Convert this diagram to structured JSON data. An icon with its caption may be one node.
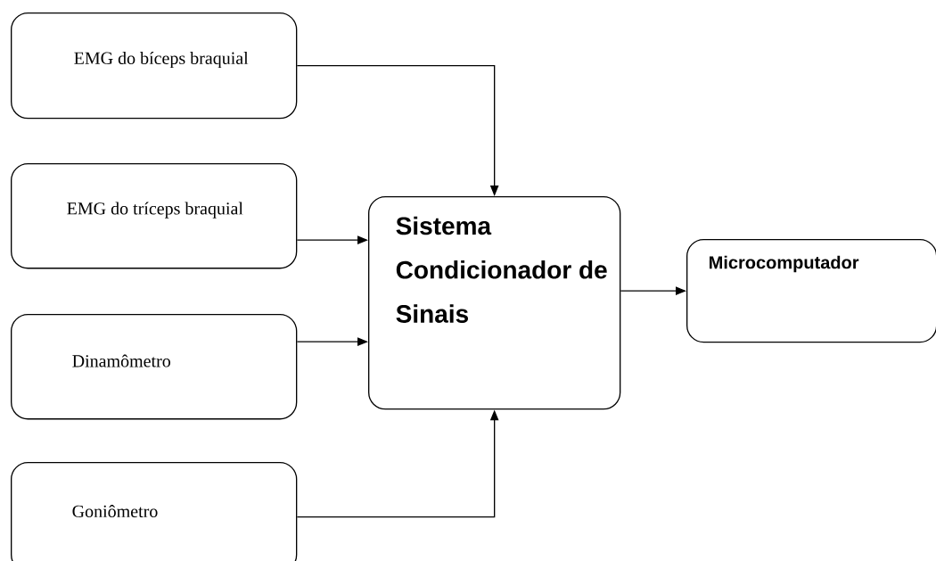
{
  "diagram": {
    "nodes": [
      {
        "text": [
          "EMG do bíceps braquial"
        ]
      },
      {
        "text": [
          "EMG do tríceps braquial"
        ]
      },
      {
        "text": [
          "Dinamômetro"
        ]
      },
      {
        "text": [
          "Goniômetro"
        ]
      },
      {
        "text": [
          "Sistema Condicionador de Sinais"
        ]
      },
      {
        "text": [
          "Microcomputador"
        ]
      }
    ],
    "edges": [
      {
        "from": 0,
        "to": 4,
        "arrow": "to"
      },
      {
        "from": 1,
        "to": 4,
        "arrow": "to"
      },
      {
        "from": 2,
        "to": 4,
        "arrow": "to"
      },
      {
        "from": 3,
        "to": 4,
        "arrow": "to"
      },
      {
        "from": 4,
        "to": 5,
        "arrow": "to"
      }
    ]
  }
}
